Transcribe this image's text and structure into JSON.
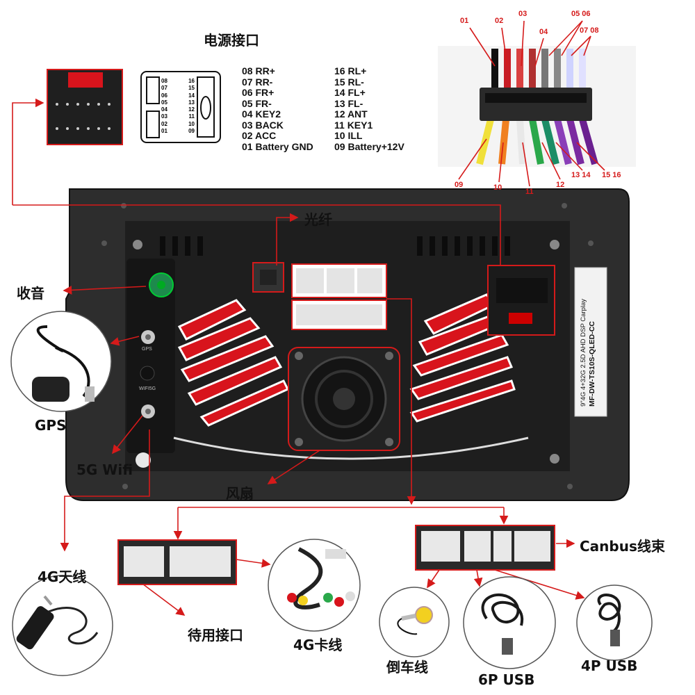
{
  "title_power": "电源接口",
  "pinout": {
    "left": [
      "08 RR+",
      "07 RR-",
      "06 FR+",
      "05 FR-",
      "04 KEY2",
      "03 BACK",
      "02 ACC",
      "01 Battery GND"
    ],
    "right": [
      "16 RL+",
      "15 RL-",
      "14 FL+",
      "13 FL-",
      "12 ANT",
      "11 KEY1",
      "10 ILL",
      "09 Battery+12V"
    ]
  },
  "connector_pins": {
    "left": [
      "08",
      "07",
      "06",
      "05",
      "04",
      "03",
      "02",
      "01"
    ],
    "right": [
      "16",
      "15",
      "14",
      "13",
      "12",
      "11",
      "10",
      "09"
    ]
  },
  "wire_numbers_top": [
    "01",
    "02",
    "03",
    "04",
    "05 06",
    "07 08"
  ],
  "wire_numbers_bottom": [
    "09",
    "10",
    "11",
    "12",
    "13 14",
    "15 16"
  ],
  "labels": {
    "fiber": "光纤",
    "radio": "收音",
    "gps": "GPS",
    "wifi": "5G Wifi",
    "fan": "风扇",
    "antenna_4g": "4G天线",
    "spare_port": "待用接口",
    "sim_cable": "4G卡线",
    "reverse_cable": "倒车线",
    "usb6": "6P USB",
    "usb4": "4P USB",
    "canbus": "Canbus线束"
  },
  "device_label": [
    "9\"4G 4+32G 2.5D AHD DSP Carplay",
    "MF-DW-TS10S-QLED-CC"
  ],
  "port_marks": [
    "GPS",
    "WIFI5G"
  ],
  "colors": {
    "accent": "#d51a1a",
    "panel": "#2b2b2b",
    "fan_red": "#d8141c"
  }
}
